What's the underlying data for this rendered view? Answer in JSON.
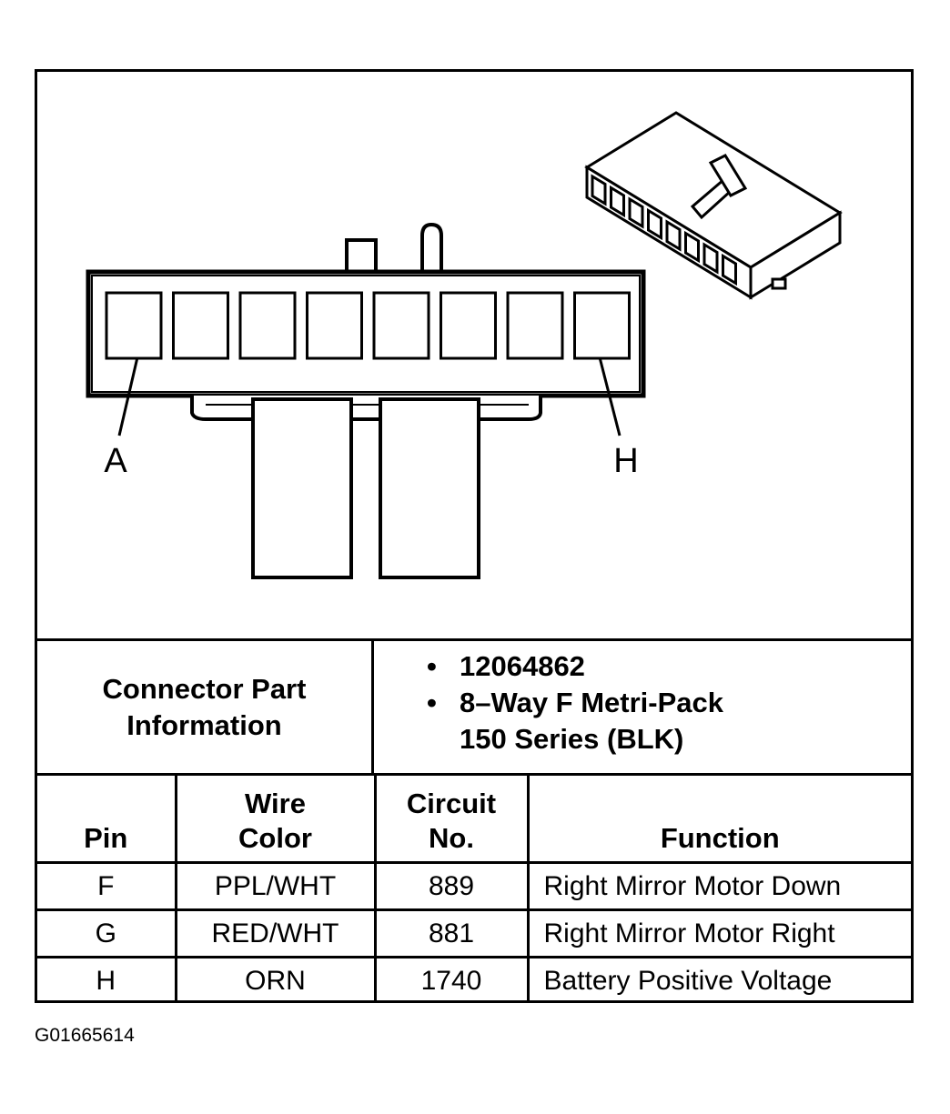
{
  "diagram": {
    "pin_first_label": "A",
    "pin_last_label": "H",
    "cavity_count": 8
  },
  "connector_info": {
    "label_line1": "Connector Part",
    "label_line2": "Information",
    "bullet": "•",
    "part_number": "12064862",
    "description_line1": "8–Way F Metri-Pack",
    "description_line2": "150 Series (BLK)"
  },
  "pin_table": {
    "headers": {
      "pin": "Pin",
      "wire_color_line1": "Wire",
      "wire_color_line2": "Color",
      "circuit_line1": "Circuit",
      "circuit_line2": "No.",
      "function": "Function"
    },
    "rows": [
      {
        "pin": "F",
        "wire_color": "PPL/WHT",
        "circuit": "889",
        "function": "Right Mirror Motor Down"
      },
      {
        "pin": "G",
        "wire_color": "RED/WHT",
        "circuit": "881",
        "function": "Right Mirror Motor Right"
      },
      {
        "pin": "H",
        "wire_color": "ORN",
        "circuit": "1740",
        "function": "Battery Positive Voltage"
      }
    ]
  },
  "figure_id": "G01665614"
}
